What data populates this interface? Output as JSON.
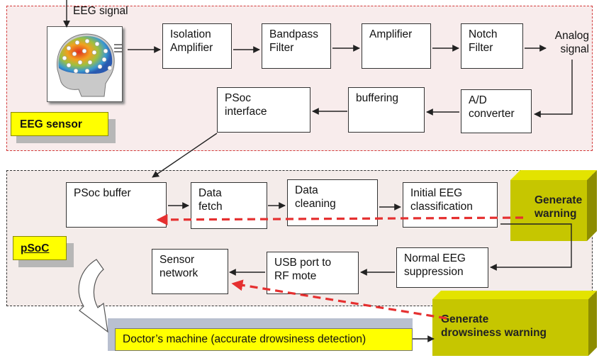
{
  "diagram": {
    "input_label": "EEG signal",
    "sensor_section_label": "EEG sensor",
    "psoc_section_label": "pSoC",
    "sensor_row1": [
      {
        "id": "isolation",
        "text": "Isolation\nAmplifier"
      },
      {
        "id": "bandpass",
        "text": "Bandpass\nFilter"
      },
      {
        "id": "amplifier",
        "text": "Amplifier"
      },
      {
        "id": "notch",
        "text": "Notch\nFilter"
      }
    ],
    "analog_label": "Analog\nsignal",
    "sensor_row2": [
      {
        "id": "adc",
        "text": "A/D\nconverter"
      },
      {
        "id": "buffering",
        "text": "buffering"
      },
      {
        "id": "psoc-interface",
        "text": "PSoc\ninterface"
      }
    ],
    "psoc_row1": [
      {
        "id": "psoc-buffer",
        "text": "PSoc buffer"
      },
      {
        "id": "data-fetch",
        "text": "Data\nfetch"
      },
      {
        "id": "data-cleaning",
        "text": "Data\ncleaning"
      },
      {
        "id": "initial-eeg",
        "text": "Initial EEG\nclassification"
      }
    ],
    "psoc_row2": [
      {
        "id": "normal-eeg",
        "text": "Normal EEG\nsuppression"
      },
      {
        "id": "usb-port",
        "text": "USB port to\nRF mote"
      },
      {
        "id": "sensor-network",
        "text": "Sensor\nnetwork"
      }
    ],
    "warning1": "Generate\nwarning",
    "warning2": "Generate\ndrowsiness warning",
    "doctor_machine": "Doctor’s machine (accurate drowsiness detection)",
    "colors": {
      "sensor_bg": "#f8ecec",
      "sensor_border": "#d23a3a",
      "psoc_bg": "#f4ecea",
      "highlight_yellow": "#ffff00",
      "warning_olive": "#c6c600",
      "dashed_arrow_red": "#e53030"
    }
  }
}
